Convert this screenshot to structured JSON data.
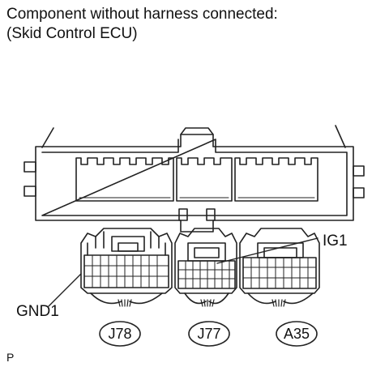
{
  "caption": {
    "line1": "Component without harness connected:",
    "line2": "(Skid Control ECU)"
  },
  "pins": {
    "ig1": "IG1",
    "gnd1": "GND1"
  },
  "connectors": [
    "J78",
    "J77",
    "A35"
  ],
  "footer": {
    "code": "P"
  }
}
